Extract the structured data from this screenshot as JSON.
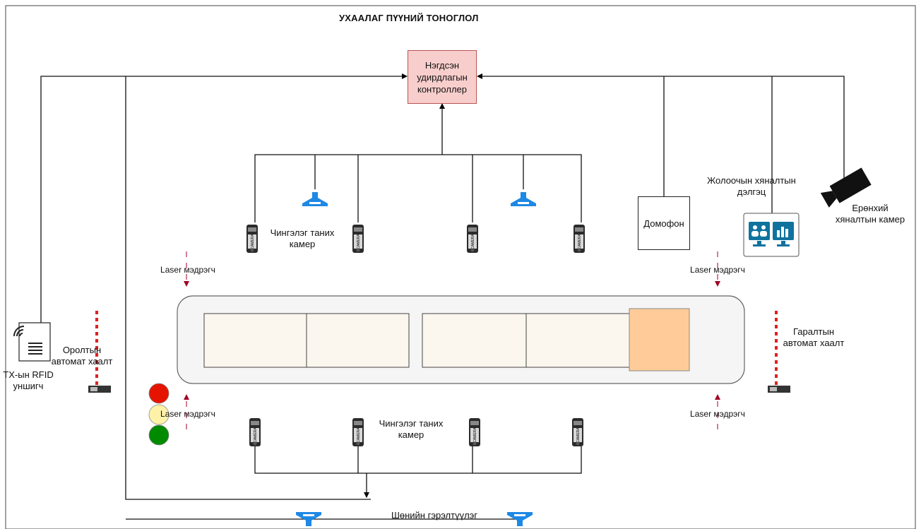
{
  "title": "УХААЛАГ ПҮҮНИЙ ТОНОГЛОЛ",
  "controller": {
    "label": "Нэгдсэн\nудирдлагын\nконтроллер",
    "fill": "#f8cecc"
  },
  "intercom": {
    "label": "Домофон"
  },
  "driver_monitor": {
    "label": "Жолоочын хяналтын\nдэлгэц",
    "color": "#10739e"
  },
  "general_camera": {
    "label": "Ерөнхий\nхяналтын камер"
  },
  "plate_camera_top": {
    "label": "Чингэлэг таних\nкамер"
  },
  "plate_camera_bottom": {
    "label": "Чингэлэг таних\nкамер"
  },
  "laser_sensor": {
    "top_left": "Laser мэдрэгч",
    "top_right": "Laser мэдрэгч",
    "bottom_left": "Laser мэдрэгч",
    "bottom_right": "Laser мэдрэгч",
    "arrow_color": "#a20025"
  },
  "entry_barrier": {
    "label": "Оролтын\nавтомат хаалт"
  },
  "exit_barrier": {
    "label": "Гаралтын\nавтомат хаалт"
  },
  "rfid_reader": {
    "label": "ТХ-ын RFID\nуншигч"
  },
  "lighting": {
    "label": "Шөнийн гэрэлтүүлэг",
    "color": "#1e88e5"
  },
  "traffic_light": {
    "colors": [
      "#e51400",
      "#fff2a8",
      "#008a00"
    ]
  },
  "truck": {
    "body": "#f5f5f5",
    "cargo": "#fcf7ee",
    "cab": "#ffcc99"
  },
  "icons": [
    "rfid-reader-icon",
    "camera-icon",
    "cctv-camera-icon",
    "monitor-icon",
    "lamp-icon",
    "barrier-icon",
    "traffic-light-icon"
  ]
}
